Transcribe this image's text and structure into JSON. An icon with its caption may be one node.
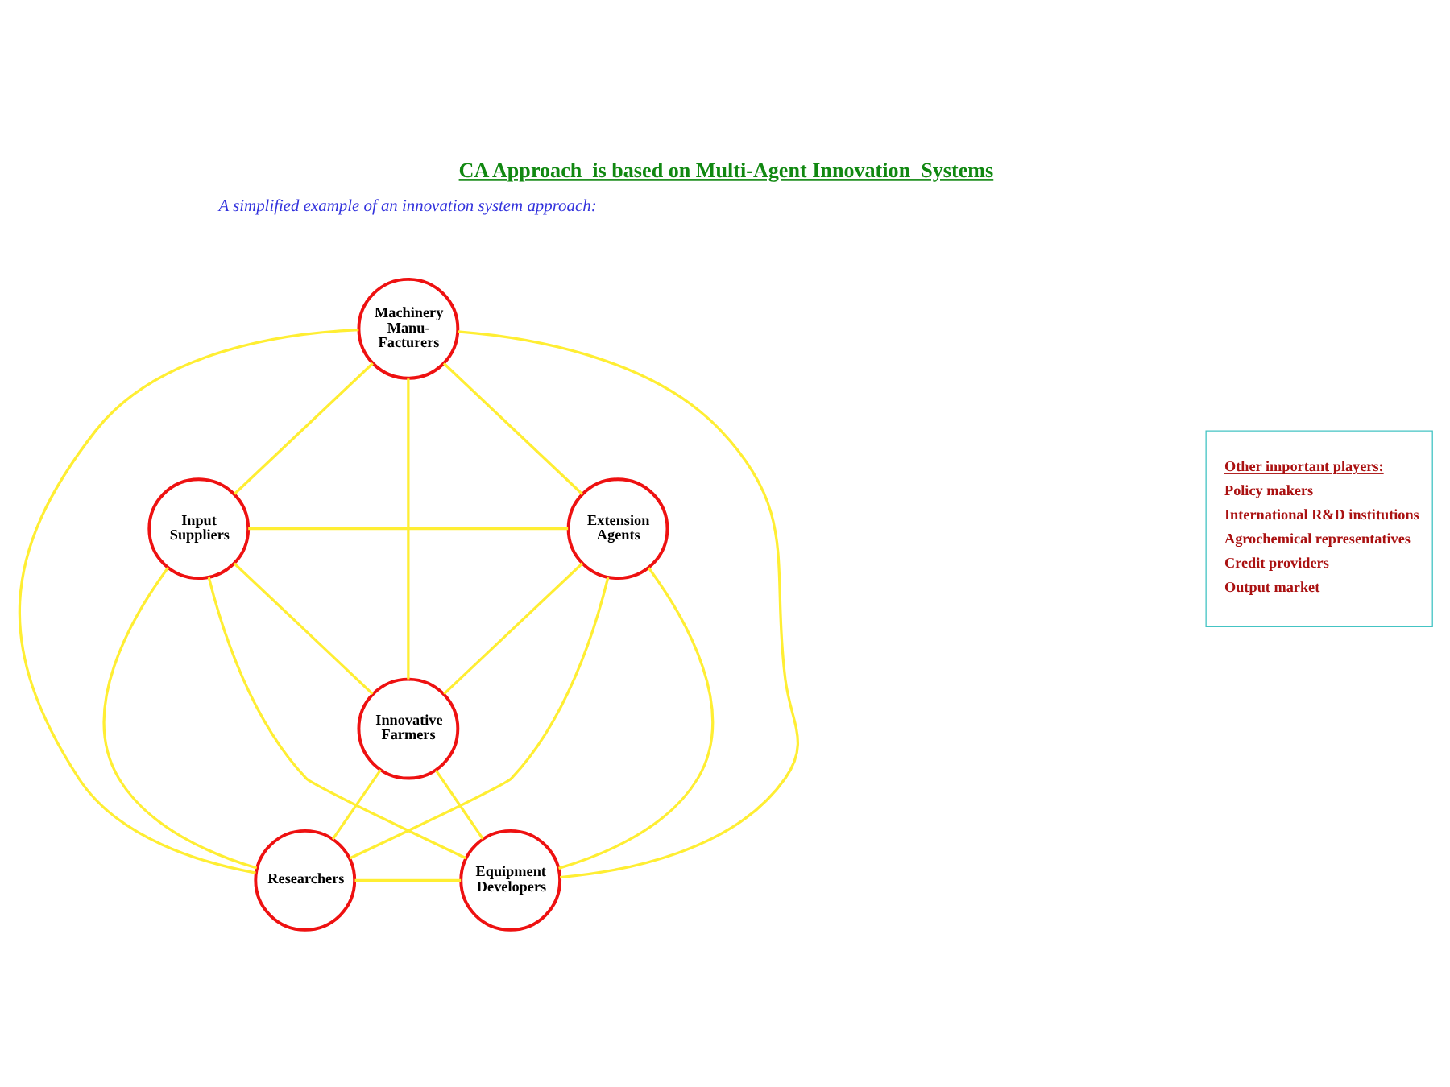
{
  "diagram": {
    "title": "CA Approach  is based on Multi-Agent Innovation  Systems",
    "nodes": [
      {
        "text": [
          "Machinery Manu- Facturers"
        ]
      },
      {
        "text": [
          "Input Suppliers"
        ]
      },
      {
        "text": [
          "Extension Agents"
        ]
      },
      {
        "text": [
          "Innovative Farmers"
        ]
      },
      {
        "text": [
          "Researchers"
        ]
      },
      {
        "text": [
          "Equipment Developers"
        ]
      },
      {
        "text": [
          "Other important players:",
          "Policy makers",
          "International R&D institutions",
          "Agrochemical representatives",
          "Credit providers",
          "Output market"
        ]
      }
    ],
    "edges": [
      {
        "from": 0,
        "to": 1,
        "arrow": "none"
      },
      {
        "from": 0,
        "to": 2,
        "arrow": "none"
      },
      {
        "from": 0,
        "to": 3,
        "arrow": "none"
      },
      {
        "from": 0,
        "to": 4,
        "arrow": "none"
      },
      {
        "from": 0,
        "to": 5,
        "arrow": "none"
      },
      {
        "from": 1,
        "to": 2,
        "arrow": "none"
      },
      {
        "from": 1,
        "to": 3,
        "arrow": "none"
      },
      {
        "from": 1,
        "to": 4,
        "arrow": "none"
      },
      {
        "from": 1,
        "to": 5,
        "arrow": "none"
      },
      {
        "from": 2,
        "to": 3,
        "arrow": "none"
      },
      {
        "from": 2,
        "to": 4,
        "arrow": "none"
      },
      {
        "from": 2,
        "to": 5,
        "arrow": "none"
      },
      {
        "from": 3,
        "to": 4,
        "arrow": "none"
      },
      {
        "from": 3,
        "to": 5,
        "arrow": "none"
      },
      {
        "from": 4,
        "to": 5,
        "arrow": "none"
      }
    ],
    "labels": [
      "A simplified example of an innovation system approach:"
    ]
  }
}
